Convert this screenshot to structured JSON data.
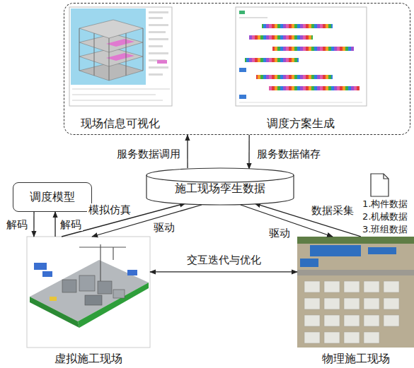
{
  "diagram": {
    "nodes": [
      {
        "text": []
      },
      {
        "text": [
          "现场信息可视化"
        ],
        "in": 0
      },
      {
        "text": [
          "调度方案生成"
        ],
        "in": 0
      },
      {
        "text": [
          "施工现场孪生数据"
        ]
      },
      {
        "text": [
          "调度模型"
        ]
      },
      {
        "text": [
          "虚拟施工现场"
        ]
      },
      {
        "text": [
          "物理施工现场"
        ]
      },
      {
        "text": [
          "1.构件数据",
          "2.机械数据",
          "3.班组数据"
        ]
      }
    ],
    "edges": [
      {
        "from": 3,
        "to": 0,
        "label": "服务数据调用",
        "arrow": "to"
      },
      {
        "from": 0,
        "to": 3,
        "label": "服务数据储存",
        "arrow": "to"
      },
      {
        "from": 4,
        "to": 5,
        "label": "解码",
        "arrow": "to"
      },
      {
        "from": 5,
        "to": 4,
        "label": "解码",
        "arrow": "to"
      },
      {
        "from": 5,
        "to": 3,
        "label": "模拟仿真",
        "arrow": "to"
      },
      {
        "from": 3,
        "to": 5,
        "label": "驱动",
        "arrow": "to"
      },
      {
        "from": 6,
        "to": 3,
        "label": "数据采集",
        "arrow": "to"
      },
      {
        "from": 3,
        "to": 6,
        "label": "驱动",
        "arrow": "to"
      },
      {
        "from": 5,
        "to": 6,
        "label": "交互迭代与优化",
        "arrow": "both"
      }
    ]
  }
}
